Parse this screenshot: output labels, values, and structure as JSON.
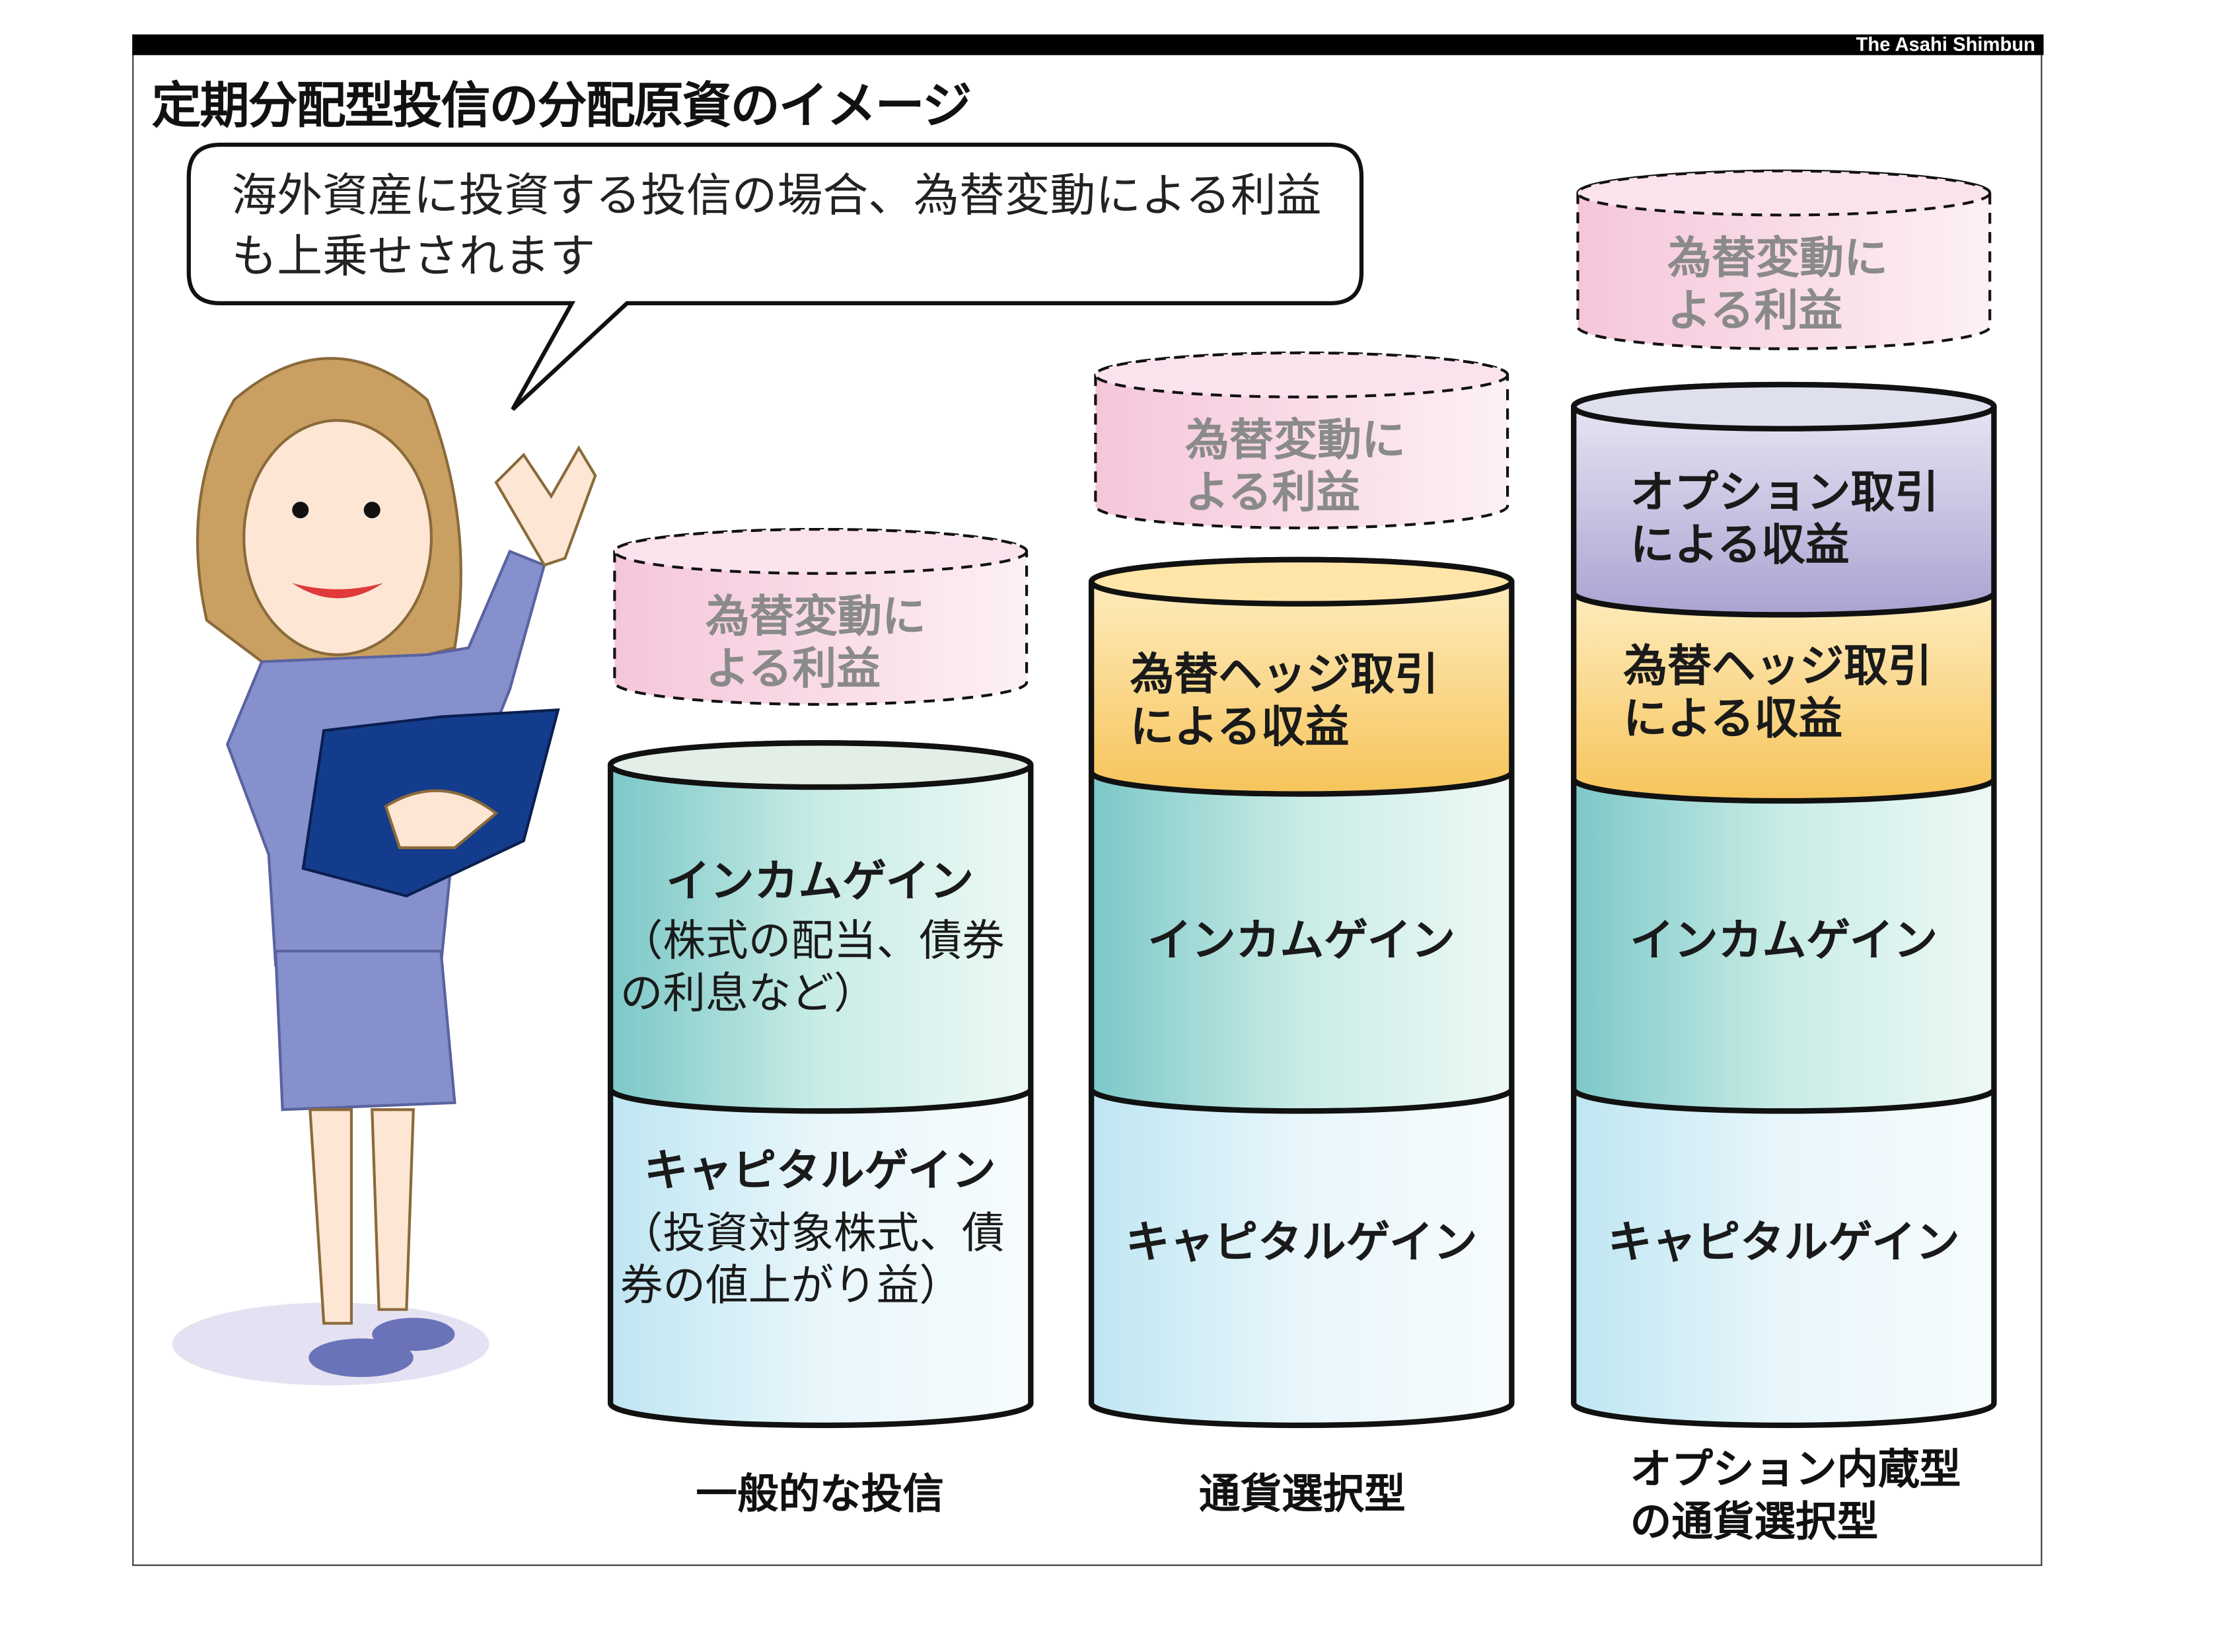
{
  "credit": "The Asahi Shimbun",
  "title": "定期分配型投信の分配原資のイメージ",
  "speech": "海外資産に投資する投信の場合、為替変動による利益も上乗せされます",
  "columns": [
    {
      "label": "一般的な投信",
      "fx": "為替変動による利益",
      "income_title": "インカムゲイン",
      "income_note": "（株式の配当、債券の利息など）",
      "capital_title": "キャピタルゲイン",
      "capital_note": "（投資対象株式、債券の値上がり益）"
    },
    {
      "label": "通貨選択型",
      "fx": "為替変動による利益",
      "hedge": "為替ヘッジ取引による収益",
      "income_title": "インカムゲイン",
      "capital_title": "キャピタルゲイン"
    },
    {
      "label": "オプション内蔵型の通貨選択型",
      "fx": "為替変動による利益",
      "option": "オプション取引による収益",
      "hedge": "為替ヘッジ取引による収益",
      "income_title": "インカムゲイン",
      "capital_title": "キャピタルゲイン"
    }
  ],
  "colors": {
    "income": "#a8dcd6",
    "capital": "#dff1f8",
    "hedge": "#f7c96a",
    "option": "#b8b2d8",
    "fx": "#f6cfe0",
    "suit": "#8590cc"
  }
}
